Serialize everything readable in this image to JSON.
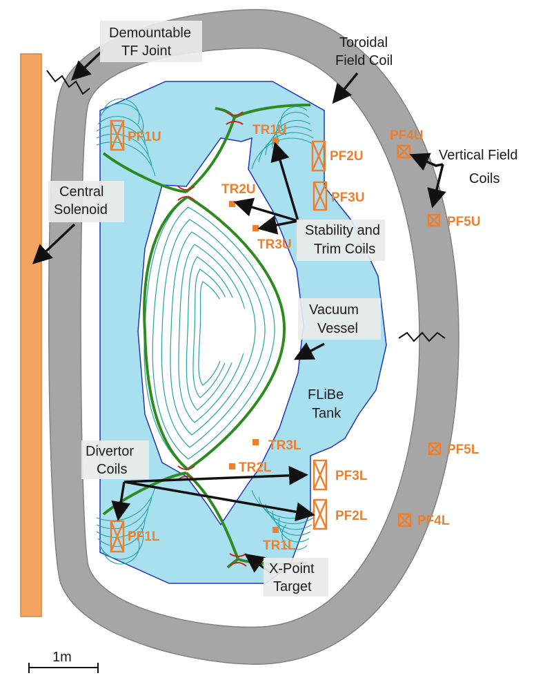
{
  "labels": {
    "tf_joint": [
      "Demountable",
      "TF Joint"
    ],
    "tf_coil": [
      "Toroidal",
      "Field Coil"
    ],
    "central_solenoid": [
      "Central",
      "Solenoid"
    ],
    "vertical_field": [
      "Vertical Field",
      "Coils"
    ],
    "stability_trim": [
      "Stability and",
      "Trim Coils"
    ],
    "vacuum_vessel": [
      "Vacuum",
      "Vessel"
    ],
    "flibe_tank": [
      "FLiBe",
      "Tank"
    ],
    "divertor_coils": [
      "Divertor",
      "Coils"
    ],
    "x_point_target": [
      "X-Point",
      "Target"
    ]
  },
  "coils": {
    "pf1u": "PF1U",
    "pf2u": "PF2U",
    "pf3u": "PF3U",
    "pf4u": "PF4U",
    "pf5u": "PF5U",
    "pf1l": "PF1L",
    "pf2l": "PF2L",
    "pf3l": "PF3L",
    "pf4l": "PF4L",
    "pf5l": "PF5L",
    "tr1u": "TR1U",
    "tr2u": "TR2U",
    "tr3u": "TR3U",
    "tr1l": "TR1L",
    "tr2l": "TR2L",
    "tr3l": "TR3L"
  },
  "scale_bar": "1m",
  "colors": {
    "tf_coil": "#a6a6a6",
    "solenoid": "#f4a460",
    "coil_orange": "#ee7f2d",
    "flibe": "#a8e0ef",
    "vessel_line": "#2233bb",
    "separatrix": "#2e8b22",
    "flux": "#1fa3a3",
    "xpoint": "#cc2222"
  }
}
